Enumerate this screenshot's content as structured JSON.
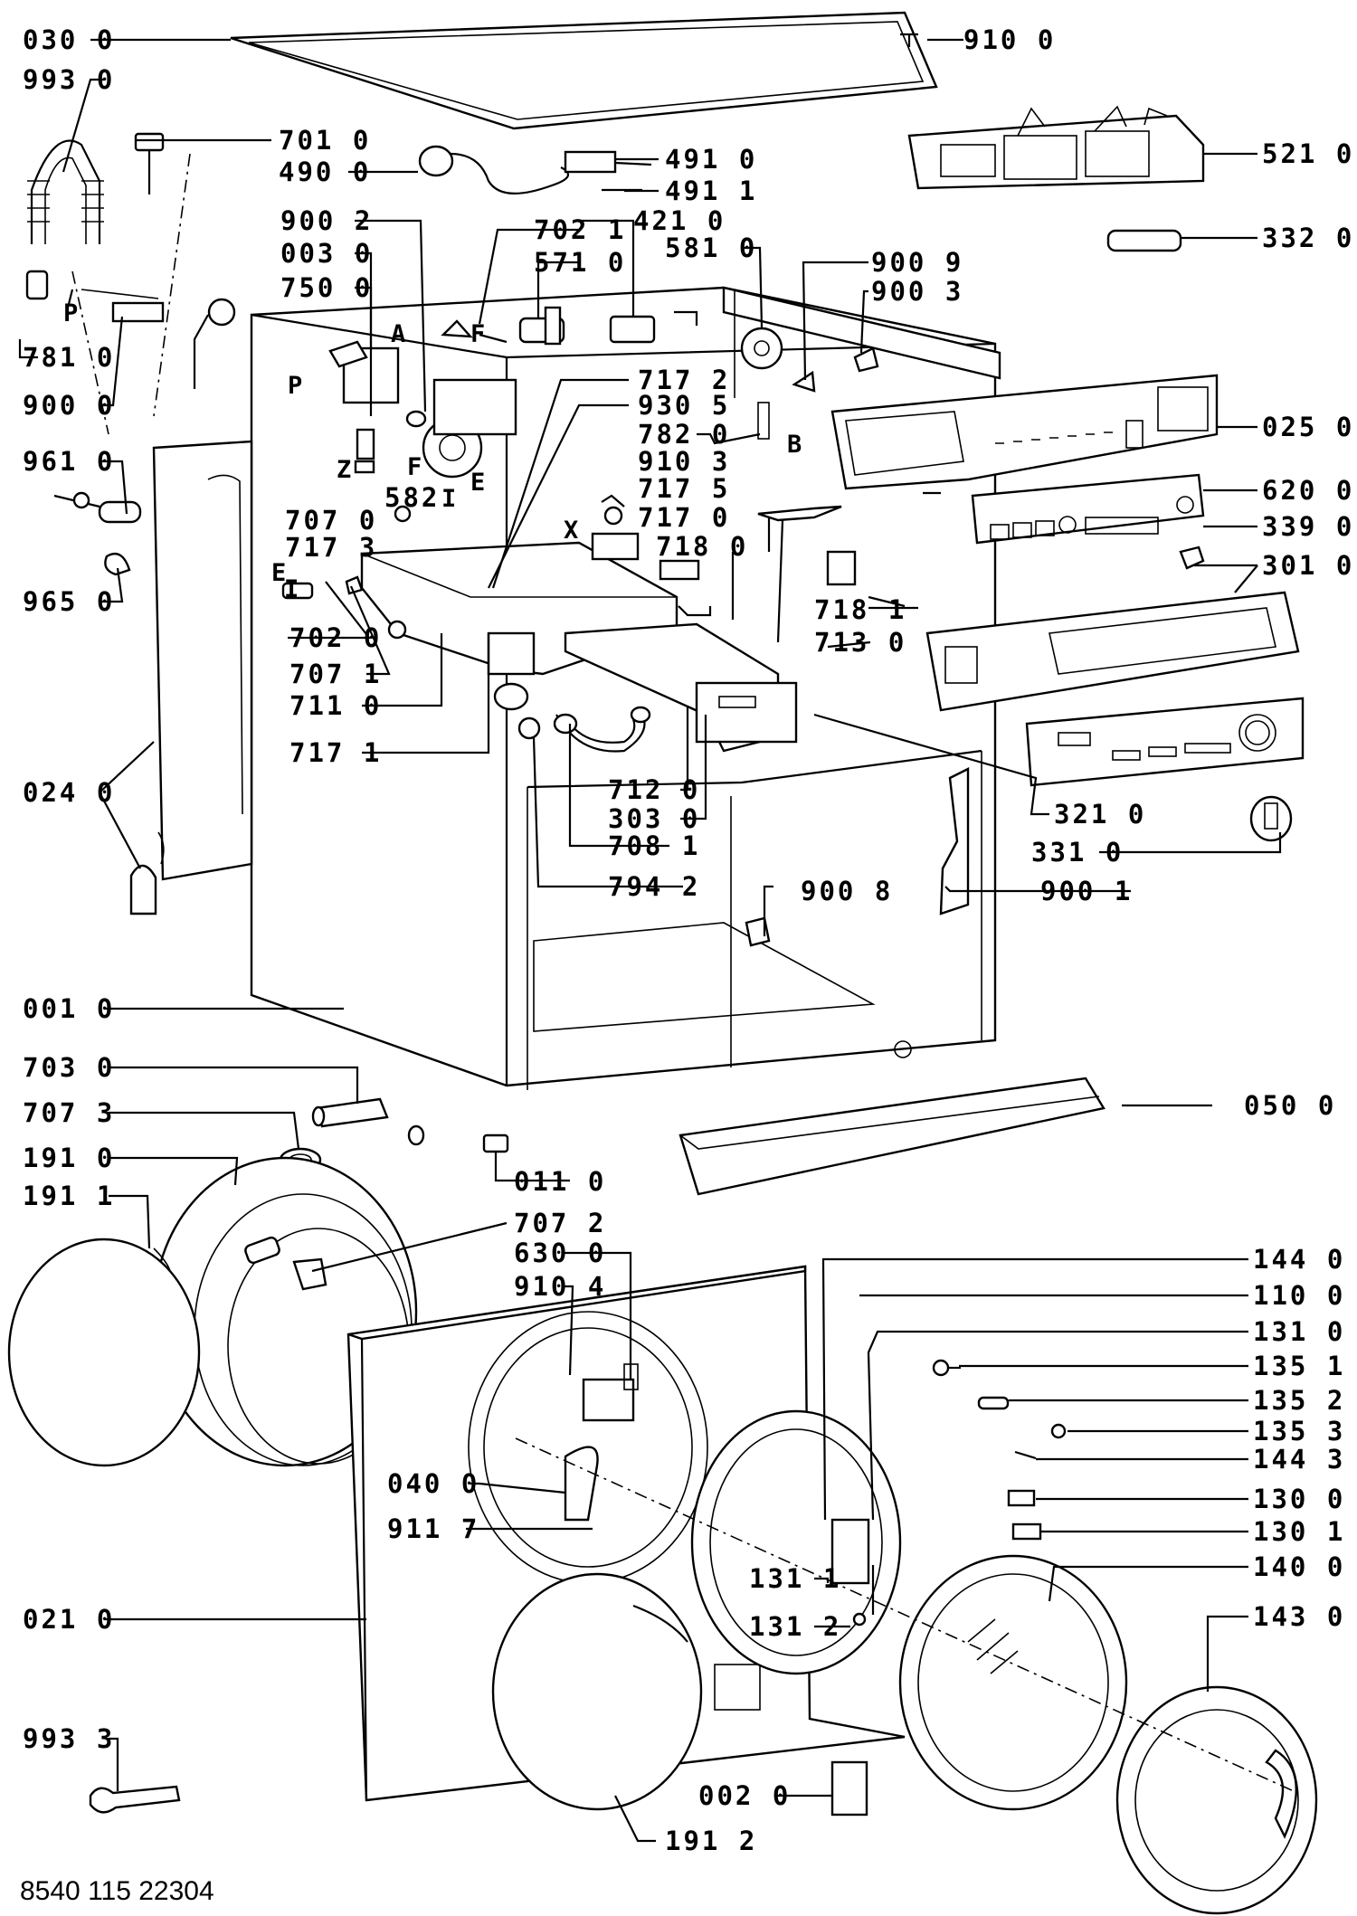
{
  "diagram": {
    "labels": {
      "l0300": "030 0",
      "l9930": "993 0",
      "l7010": "701 0",
      "l4900": "490 0",
      "l4910": "491 0",
      "l4911": "491 1",
      "l9100": "910 0",
      "l5210": "521 0",
      "l3320": "332 0",
      "l9002": "900 2",
      "l0030": "003 0",
      "l7500": "750 0",
      "l7021": "702 1",
      "l5710": "571 0",
      "l4210": "421 0",
      "l5810": "581 0",
      "l9009": "900 9",
      "l9003": "900 3",
      "l7810": "781 0",
      "l9000": "900 0",
      "l7172": "717 2",
      "l9305": "930 5",
      "l7820": "782 0",
      "l0250": "025 0",
      "l9610": "961 0",
      "l582": "582",
      "l9103": "910 3",
      "l7175": "717 5",
      "l7170": "717 0",
      "l6200": "620 0",
      "l7070": "707 0",
      "l7173": "717 3",
      "l7180": "718 0",
      "l3390": "339 0",
      "l3010": "301 0",
      "l9650": "965 0",
      "l7181": "718 1",
      "l7130": "713 0",
      "l7020": "702 0",
      "l7071": "707 1",
      "l7110": "711 0",
      "l7171": "717 1",
      "l0240": "024 0",
      "l7120": "712 0",
      "l3030": "303 0",
      "l7081": "708 1",
      "l7942": "794 2",
      "l3210": "321 0",
      "l3310": "331 0",
      "l9008": "900 8",
      "l9001": "900 1",
      "l0010": "001 0",
      "l7030": "703 0",
      "l0500": "050 0",
      "l7073": "707 3",
      "l1910": "191 0",
      "l0110": "011 0",
      "l1911": "191 1",
      "l7072": "707 2",
      "l6300": "630 0",
      "l9104": "910 4",
      "l1440": "144 0",
      "l1100": "110 0",
      "l1310": "131 0",
      "l1351": "135 1",
      "l1352": "135 2",
      "l1353": "135 3",
      "l1443": "144 3",
      "l0400": "040 0",
      "l9117": "911 7",
      "l1300": "130 0",
      "l1301": "130 1",
      "l1400": "140 0",
      "l0210": "021 0",
      "l1311": "131 1",
      "l1312": "131 2",
      "l1430": "143 0",
      "l9933": "993 3",
      "l0020": "002 0",
      "l1912": "191 2",
      "lA": "A",
      "lP1": "P",
      "lP2": "P",
      "lF1": "F",
      "lF2": "F",
      "lZ": "Z",
      "lE1": "E",
      "lE2": "E",
      "lI1": "I",
      "lI2": "I",
      "lB": "B",
      "lX": "X"
    },
    "footer_code": "8540 115 22304"
  }
}
